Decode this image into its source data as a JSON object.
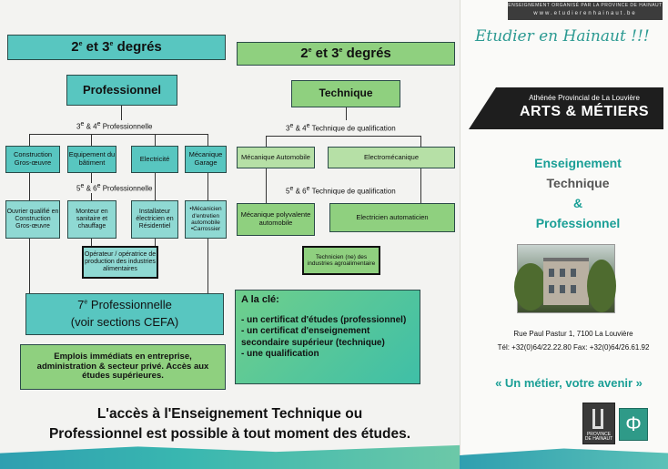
{
  "left": {
    "header": {
      "pre": "2",
      "sup1": "e",
      "mid": " et 3",
      "sup2": "e",
      "post": " degrés"
    },
    "professionnel": "Professionnel",
    "row34": {
      "a": "3",
      "sa": "e",
      "b": " & 4",
      "sb": "e",
      "c": "  Professionnelle"
    },
    "boxes_top": [
      "Construction Gros-œuvre",
      "Equipement du bâtiment",
      "Electricité",
      "Mécanique Garage"
    ],
    "row56": {
      "a": "5",
      "sa": "e",
      "b": " & 6",
      "sb": "e",
      "c": "  Professionnelle"
    },
    "boxes_bottom": [
      "Ouvrier qualifié en Construction Gros-œuvre",
      "Monteur en sanitaire et chauffage",
      "Installateur électricien en Résidentiel",
      "•Mécanicien d'entretien automobile •Carrossier"
    ],
    "operateur": "Opérateur / opératrice de production des industries alimentaires",
    "septieme": {
      "num": "7",
      "sup": "e",
      "rest": " Professionnelle",
      "sub": "(voir sections CEFA)"
    },
    "emplois": "Emplois immédiats en entreprise, administration & secteur privé. Accès aux études supérieures."
  },
  "middle": {
    "header": {
      "pre": "2",
      "sup1": "e",
      "mid": " et 3",
      "sup2": "e",
      "post": " degrés"
    },
    "technique": "Technique",
    "row34": {
      "a": "3",
      "sa": "e",
      "b": " & 4",
      "sb": "e",
      "c": "  Technique de qualification"
    },
    "boxes_top": [
      "Mécanique Automobile",
      "Electromécanique"
    ],
    "row56": {
      "a": "5",
      "sa": "e",
      "b": " & 6",
      "sb": "e",
      "c": "  Technique de qualification"
    },
    "boxes_bottom": [
      "Mécanique polyvalente automobile",
      "Electricien automaticien"
    ],
    "technicien": "Technicien (ne) des industries agroalimentaire",
    "cle": {
      "title": "A la clé:",
      "items": [
        "- un certificat d'études (professionnel)",
        "- un certificat d'enseignement secondaire supérieur (technique)",
        "- une qualification"
      ]
    }
  },
  "access": {
    "line1": "L'accès à l'Enseignement Technique ou",
    "line2": "Professionnel est possible à tout moment des études."
  },
  "right": {
    "banner_line1": "ENSEIGNEMENT ORGANISÉ PAR LA PROVINCE DE HAINAUT",
    "banner_line2": "www.etudierenhainaut.be",
    "handwritten": "Etudier en Hainaut !!!",
    "school_name": "Athénée Provincial de La Louvière",
    "school_title": "ARTS & MÉTIERS",
    "enseignement": [
      "Enseignement",
      "Technique",
      "&",
      "Professionnel"
    ],
    "address": "Rue Paul Pastur 1, 7100 La Louvière",
    "phone": "Tél: +32(0)64/22.22.80  Fax: +32(0)64/26.61.92",
    "motto": "« Un métier, votre avenir »",
    "logo_text": "PROVINCE DE HAINAUT"
  },
  "colors": {
    "teal": "#58c6c0",
    "green": "#8fd07f",
    "accent": "#1a9f96"
  }
}
